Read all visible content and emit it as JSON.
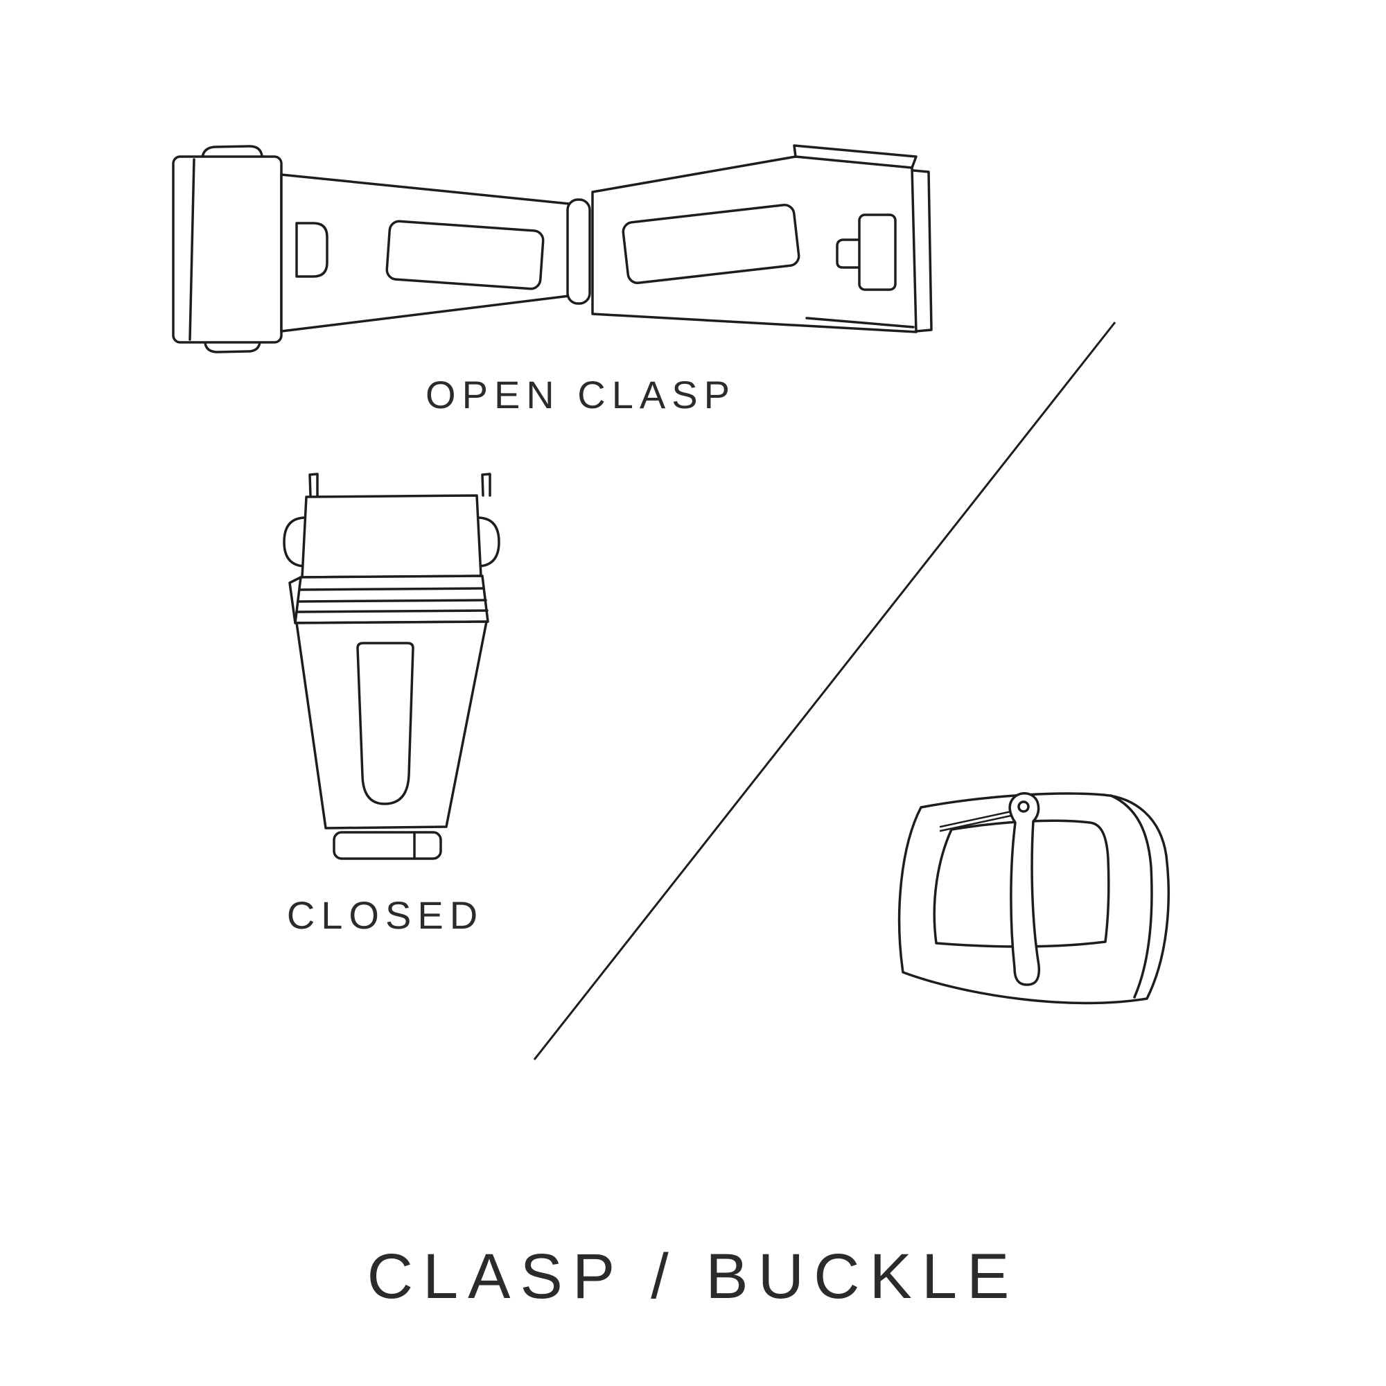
{
  "page": {
    "title": "CLASP / BUCKLE",
    "background_color": "#ffffff",
    "line_color": "#1d1d1b",
    "text_color": "#2b2b2b"
  },
  "figures": {
    "open_clasp": {
      "label": "OPEN CLASP"
    },
    "closed_clasp": {
      "label": "CLOSED"
    }
  }
}
